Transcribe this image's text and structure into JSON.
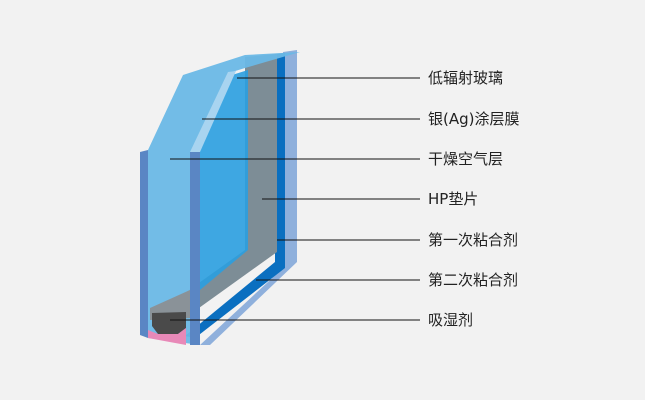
{
  "labels": [
    {
      "text": "低辐射玻璃"
    },
    {
      "text": "银(Ag)涂层膜"
    },
    {
      "text": "干燥空气层"
    },
    {
      "text": "HP垫片"
    },
    {
      "text": "第一次粘合剂"
    },
    {
      "text": "第二次粘合剂"
    },
    {
      "text": "吸湿剂"
    }
  ],
  "colors": {
    "glass": "#6ab8e6",
    "glass_edge": "#5a86c4",
    "spacer": "#7a8a94",
    "sealant": "#0a6fc0",
    "desiccant": "#4a4a4a",
    "pink": "#e889b8"
  }
}
